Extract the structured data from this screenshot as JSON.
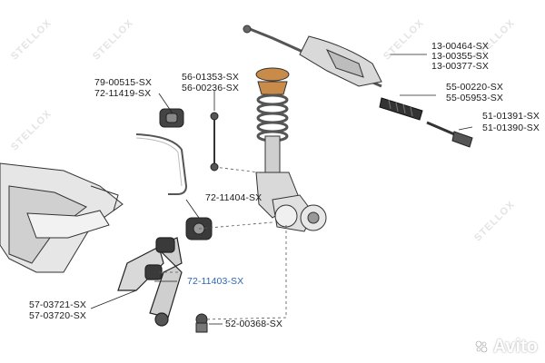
{
  "labels": {
    "tie_rod": [
      "13-00464-SX",
      "13-00355-SX",
      "13-00377-SX"
    ],
    "stab_bush": [
      "79-00515-SX",
      "72-11419-SX"
    ],
    "stab_link": [
      "56-01353-SX",
      "56-00236-SX"
    ],
    "boot": [
      "55-00220-SX",
      "55-05953-SX"
    ],
    "tie_rod_end": [
      "51-01391-SX",
      "51-01390-SX"
    ],
    "rear_bush": "72-11404-SX",
    "front_bush": "72-11403-SX",
    "control_arm": [
      "57-03721-SX",
      "57-03720-SX"
    ],
    "ball_joint": "52-00368-SX"
  },
  "watermark": "STELLOX",
  "brand_badge": "Avito",
  "colors": {
    "line": "#1a1a1a",
    "highlight": "#2a67b6",
    "spring": "#c98b4a",
    "part": "#d9d9d9"
  }
}
